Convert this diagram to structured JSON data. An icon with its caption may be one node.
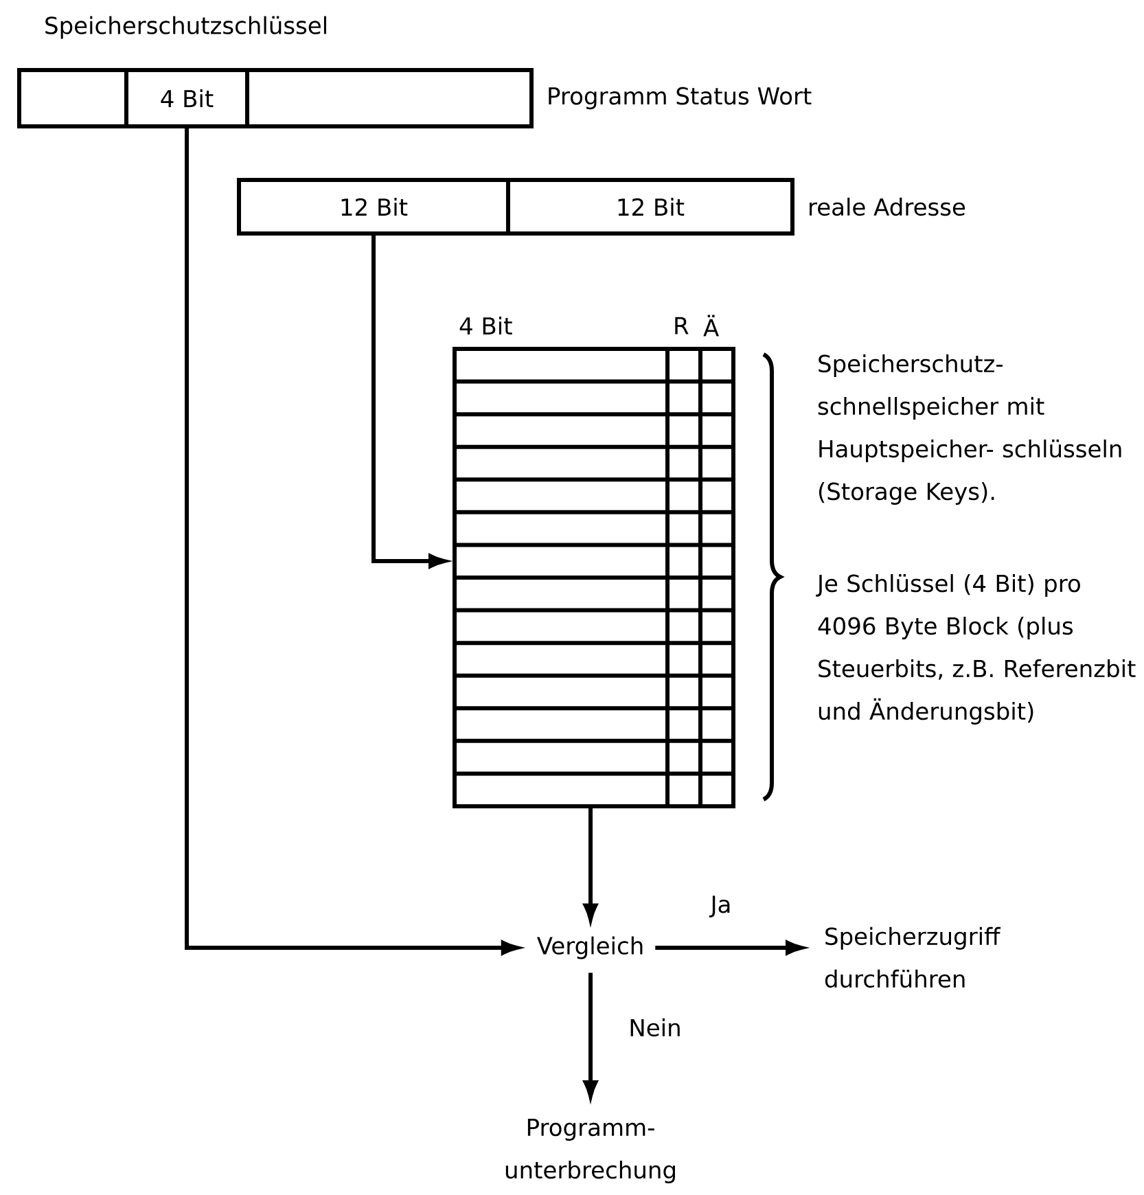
{
  "diagram": {
    "nodes": [
      {
        "text": [],
        "shape": "box",
        "beside": [
          "Programm Status Wort"
        ]
      },
      {
        "text": [
          "4 Bit"
        ],
        "in": 0
      },
      {
        "text": [],
        "shape": "box",
        "beside": [
          "reale Adresse"
        ]
      },
      {
        "text": [
          "12 Bit"
        ],
        "in": 2
      },
      {
        "text": [
          "12 Bit"
        ],
        "in": 2
      },
      {
        "text": [],
        "shape": "box",
        "beside": [
          "4 Bit",
          "R",
          "Ä",
          "Speicherschutz- schnellspeicher mit Hauptspeicher- schlüsseln (Storage Keys).",
          "Je Schlüssel (4 Bit) pro 4096 Byte Block (plus Steuerbits, z.B. Referenzbit und Änderungsbit)"
        ]
      },
      {
        "text": [
          "Vergleich"
        ]
      },
      {
        "text": [
          "Speicherzugriff durchführen"
        ]
      },
      {
        "text": [
          "Programm- unterbrechung"
        ]
      }
    ],
    "edges": [
      {
        "from": 1,
        "to": 6,
        "arrow": "to"
      },
      {
        "from": 3,
        "to": 5,
        "arrow": "to"
      },
      {
        "from": 5,
        "to": 6,
        "arrow": "to"
      },
      {
        "from": 6,
        "to": 7,
        "arrow": "to",
        "label": "Ja"
      },
      {
        "from": 6,
        "to": 8,
        "arrow": "to",
        "label": "Nein"
      }
    ],
    "labels": [
      "Speicherschutzschlüssel"
    ]
  }
}
